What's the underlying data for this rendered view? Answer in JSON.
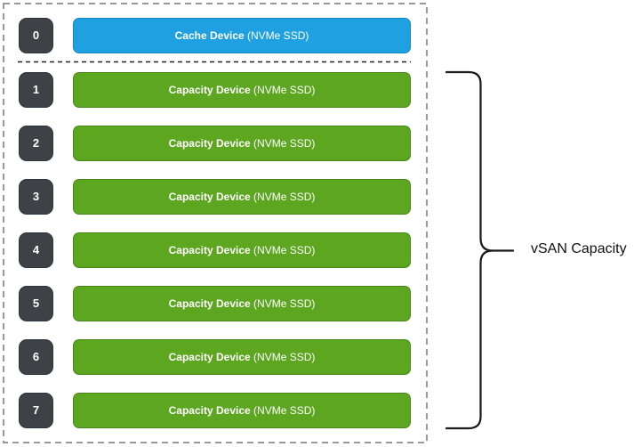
{
  "diagram": {
    "rows": [
      {
        "index": "0",
        "device": "Cache Device",
        "medium": "(NVMe SSD)"
      },
      {
        "index": "1",
        "device": "Capacity Device",
        "medium": "(NVMe SSD)"
      },
      {
        "index": "2",
        "device": "Capacity Device",
        "medium": "(NVMe SSD)"
      },
      {
        "index": "3",
        "device": "Capacity Device",
        "medium": "(NVMe SSD)"
      },
      {
        "index": "4",
        "device": "Capacity Device",
        "medium": "(NVMe SSD)"
      },
      {
        "index": "5",
        "device": "Capacity Device",
        "medium": "(NVMe SSD)"
      },
      {
        "index": "6",
        "device": "Capacity Device",
        "medium": "(NVMe SSD)"
      },
      {
        "index": "7",
        "device": "Capacity Device",
        "medium": "(NVMe SSD)"
      }
    ],
    "brace_label": "vSAN Capacity",
    "colors": {
      "cache_bar": "#1FA0E0",
      "capacity_bar": "#5CA620",
      "index_box": "#3E4145",
      "container_border": "#999999",
      "divider_line": "#222222",
      "brace_line": "#1A1A1A"
    }
  }
}
